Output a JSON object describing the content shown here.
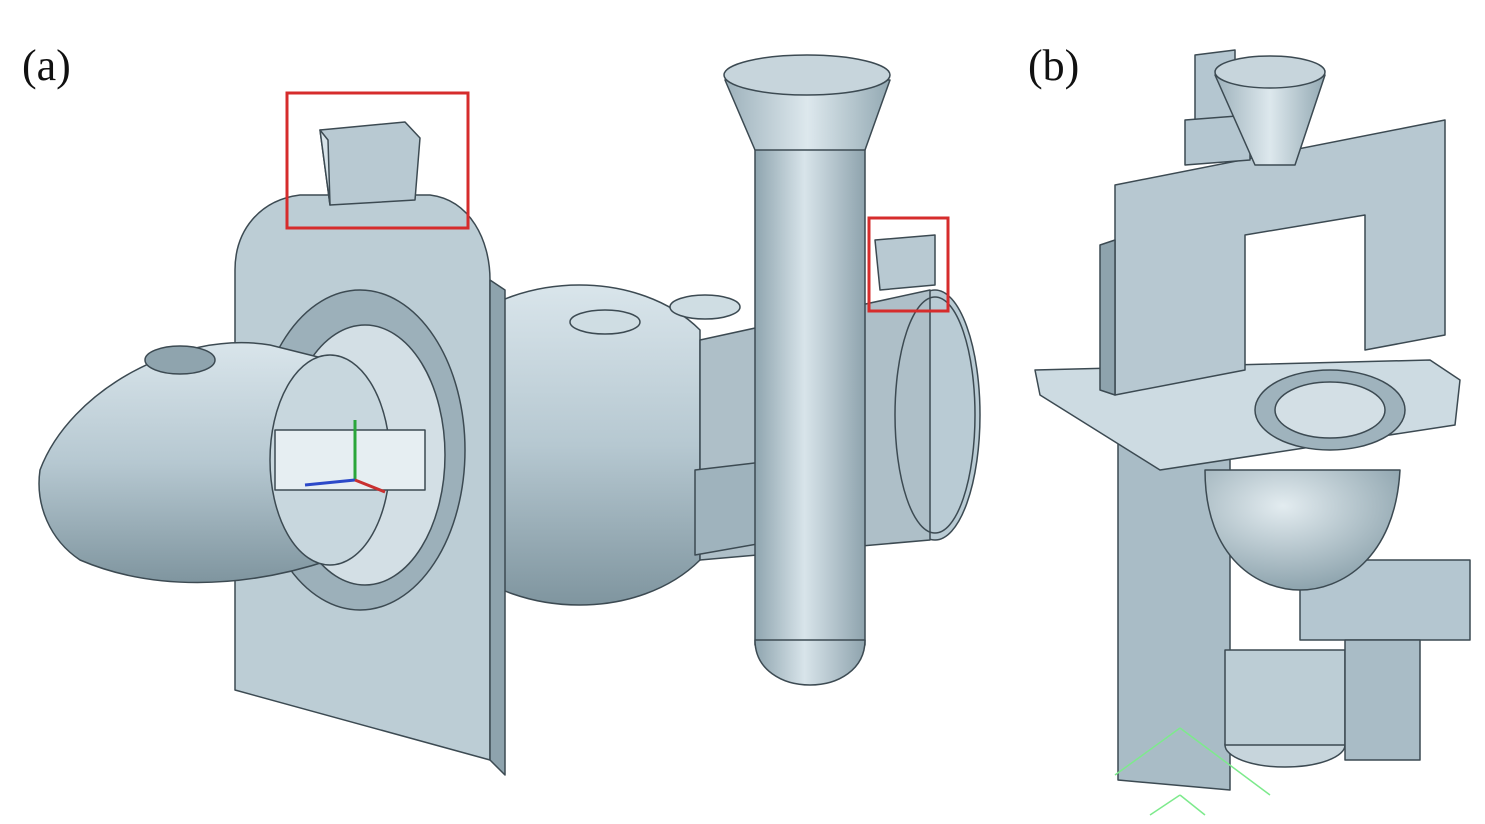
{
  "panels": {
    "a": {
      "label": "(a)"
    },
    "b": {
      "label": "(b)"
    }
  },
  "colors": {
    "metal": "#b4c6d0",
    "metal_light": "#d6e2e8",
    "metal_dark": "#7f959f",
    "edge": "#3c4a52",
    "highlight_box": "#d62c2c",
    "guide_line": "#7dea8c"
  },
  "highlight_boxes": [
    {
      "panel": "a",
      "target": "riser-block-left"
    },
    {
      "panel": "a",
      "target": "riser-block-right"
    }
  ]
}
